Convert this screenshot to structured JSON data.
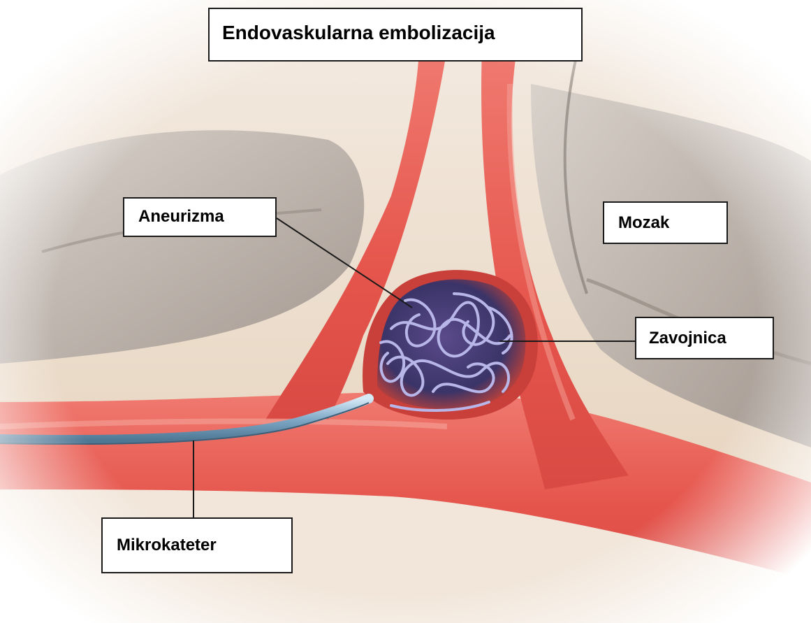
{
  "title": "Endovaskularna embolizacija",
  "labels": {
    "aneurysm": "Aneurizma",
    "brain": "Mozak",
    "coil": "Zavojnica",
    "microcatheter": "Mikrokateter"
  },
  "colors": {
    "vessel": "#e8574f",
    "vessel_highlight": "#f08a7f",
    "aneurysm_sac": "#c93f3a",
    "coil_fill": "#3d3a6e",
    "coil_wire": "#b8b6e8",
    "brain_tissue": "#b8aca3",
    "tissue_light": "#e6d3bd",
    "catheter": "#7fa9c7",
    "label_border": "#1a1a1a",
    "leader_line": "#1a1a1a"
  }
}
